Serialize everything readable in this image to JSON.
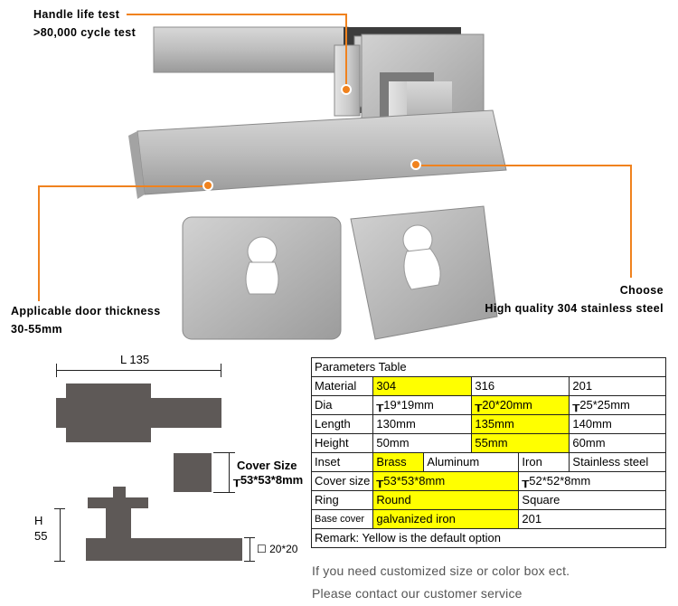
{
  "callouts": {
    "handle_life_title": "Handle life test",
    "handle_life_value": ">80,000 cycle test",
    "door_thickness_title": "Applicable door thickness",
    "door_thickness_value": "30-55mm",
    "choose_title": "Choose",
    "choose_value": "High quality 304 stainless steel"
  },
  "diagram": {
    "length_label": "L  135",
    "cover_size_title": "Cover Size",
    "cover_size_value": "┰53*53*8mm",
    "height_label_h": "H",
    "height_label_value": "55",
    "bar_size": "☐ 20*20"
  },
  "table": {
    "title": "Parameters Table",
    "rows": {
      "material": {
        "label": "Material",
        "values": [
          "304",
          "316",
          "201"
        ]
      },
      "dia": {
        "label": "Dia",
        "values": [
          "┰19*19mm",
          "┰20*20mm",
          "┰25*25mm"
        ]
      },
      "length": {
        "label": "Length",
        "values": [
          "130mm",
          "135mm",
          "140mm"
        ]
      },
      "height": {
        "label": "Height",
        "values": [
          "50mm",
          "55mm",
          "60mm"
        ]
      },
      "inset": {
        "label": "Inset",
        "values": [
          "Brass",
          "Aluminum",
          "Iron",
          "Stainless steel"
        ]
      },
      "cover_size": {
        "label": "Cover size",
        "values": [
          "┰53*53*8mm",
          "┰52*52*8mm"
        ]
      },
      "ring": {
        "label": "Ring",
        "values": [
          "Round",
          "Square"
        ]
      },
      "base_cover": {
        "label": "Base cover",
        "values": [
          "galvanized iron",
          "201"
        ]
      }
    },
    "remark": "Remark: Yellow is the default option"
  },
  "footer": {
    "line1": "If you need customized size or color box ect.",
    "line2": "Please contact our customer service"
  },
  "colors": {
    "accent_orange": "#f0821e",
    "highlight_yellow": "#ffff00",
    "diagram_gray": "#5e5957"
  }
}
